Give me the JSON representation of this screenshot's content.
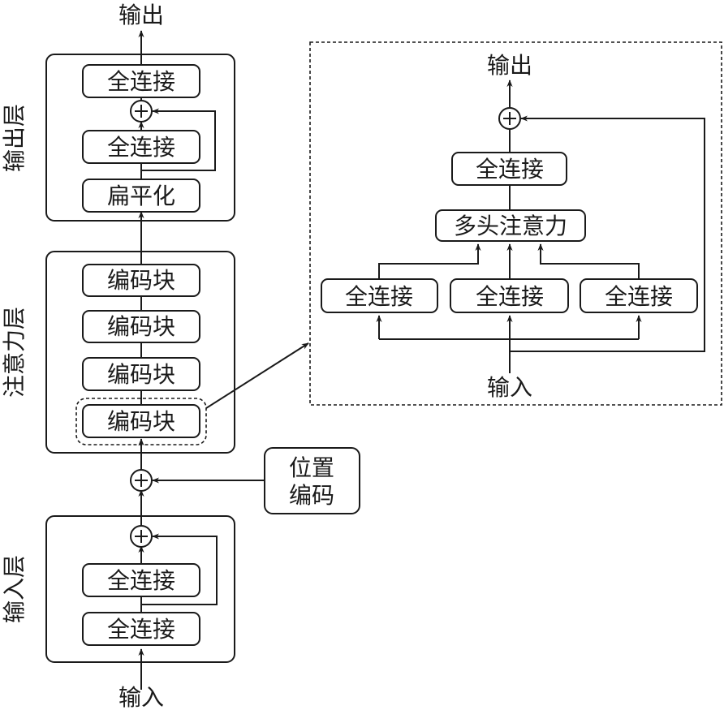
{
  "left": {
    "input_label": "输入",
    "output_label": "输出",
    "input_layer": {
      "title": "输入层",
      "fc1": "全连接",
      "fc2": "全连接"
    },
    "position_encoding": {
      "line1": "位置",
      "line2": "编码"
    },
    "attention_layer": {
      "title": "注意力层",
      "blocks": [
        "编码块",
        "编码块",
        "编码块",
        "编码块"
      ]
    },
    "output_layer": {
      "title": "输出层",
      "flatten": "扁平化",
      "fc1": "全连接",
      "fc2": "全连接"
    }
  },
  "detail": {
    "input_label": "输入",
    "output_label": "输出",
    "fc_branches": [
      "全连接",
      "全连接",
      "全连接"
    ],
    "attention": "多头注意力",
    "fc_out": "全连接"
  },
  "colors": {
    "stroke": "#1a1a1a",
    "background": "#ffffff"
  }
}
